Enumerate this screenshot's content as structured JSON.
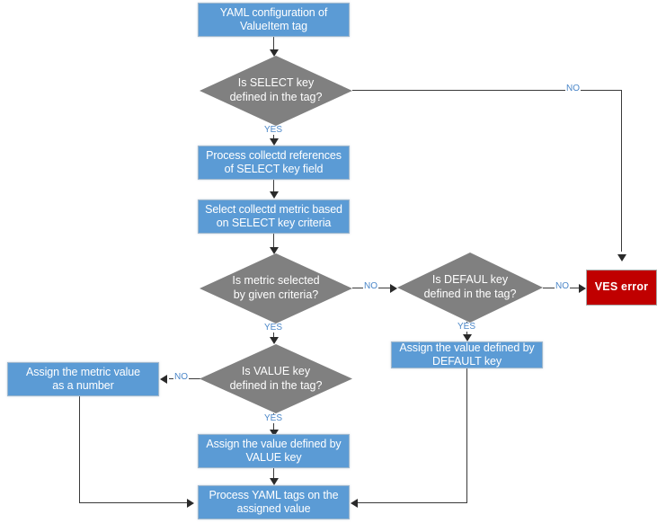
{
  "diagram": {
    "title": "YAML ValueItem tag processing flowchart",
    "colors": {
      "process_fill": "#5b9bd5",
      "decision_fill": "#808080",
      "error_fill": "#c00000",
      "label_text": "#4a86c8",
      "connector": "#3a3a3a",
      "node_text": "#ffffff",
      "background": "#ffffff"
    },
    "nodes": [
      {
        "id": "start",
        "type": "process",
        "label": "YAML configuration of\nValueItem tag"
      },
      {
        "id": "select_key",
        "type": "decision",
        "label": "Is SELECT key\ndefined in the tag?"
      },
      {
        "id": "process_refs",
        "type": "process",
        "label": "Process collectd references\nof SELECT key field"
      },
      {
        "id": "select_metric",
        "type": "process",
        "label": "Select collectd metric based\non SELECT key criteria"
      },
      {
        "id": "metric_chosen",
        "type": "decision",
        "label": "Is metric selected\nby given criteria?"
      },
      {
        "id": "default_key",
        "type": "decision",
        "label": "Is DEFAUL key\ndefined in the tag?"
      },
      {
        "id": "ves_error",
        "type": "terminator",
        "label": "VES error"
      },
      {
        "id": "assign_default",
        "type": "process",
        "label": "Assign the value defined by\nDEFAULT key"
      },
      {
        "id": "value_key",
        "type": "decision",
        "label": "Is VALUE key\ndefined in the tag?"
      },
      {
        "id": "assign_number",
        "type": "process",
        "label": "Assign the metric value\nas a number"
      },
      {
        "id": "assign_value",
        "type": "process",
        "label": "Assign the value defined by\nVALUE key"
      },
      {
        "id": "process_tags",
        "type": "process",
        "label": "Process YAML tags on the\nassigned value"
      }
    ],
    "edge_labels": {
      "select_no": "NO",
      "select_yes": "YES",
      "metric_no": "NO",
      "metric_yes": "YES",
      "default_no": "NO",
      "default_yes": "YES",
      "value_no": "NO",
      "value_yes": "YES"
    }
  }
}
